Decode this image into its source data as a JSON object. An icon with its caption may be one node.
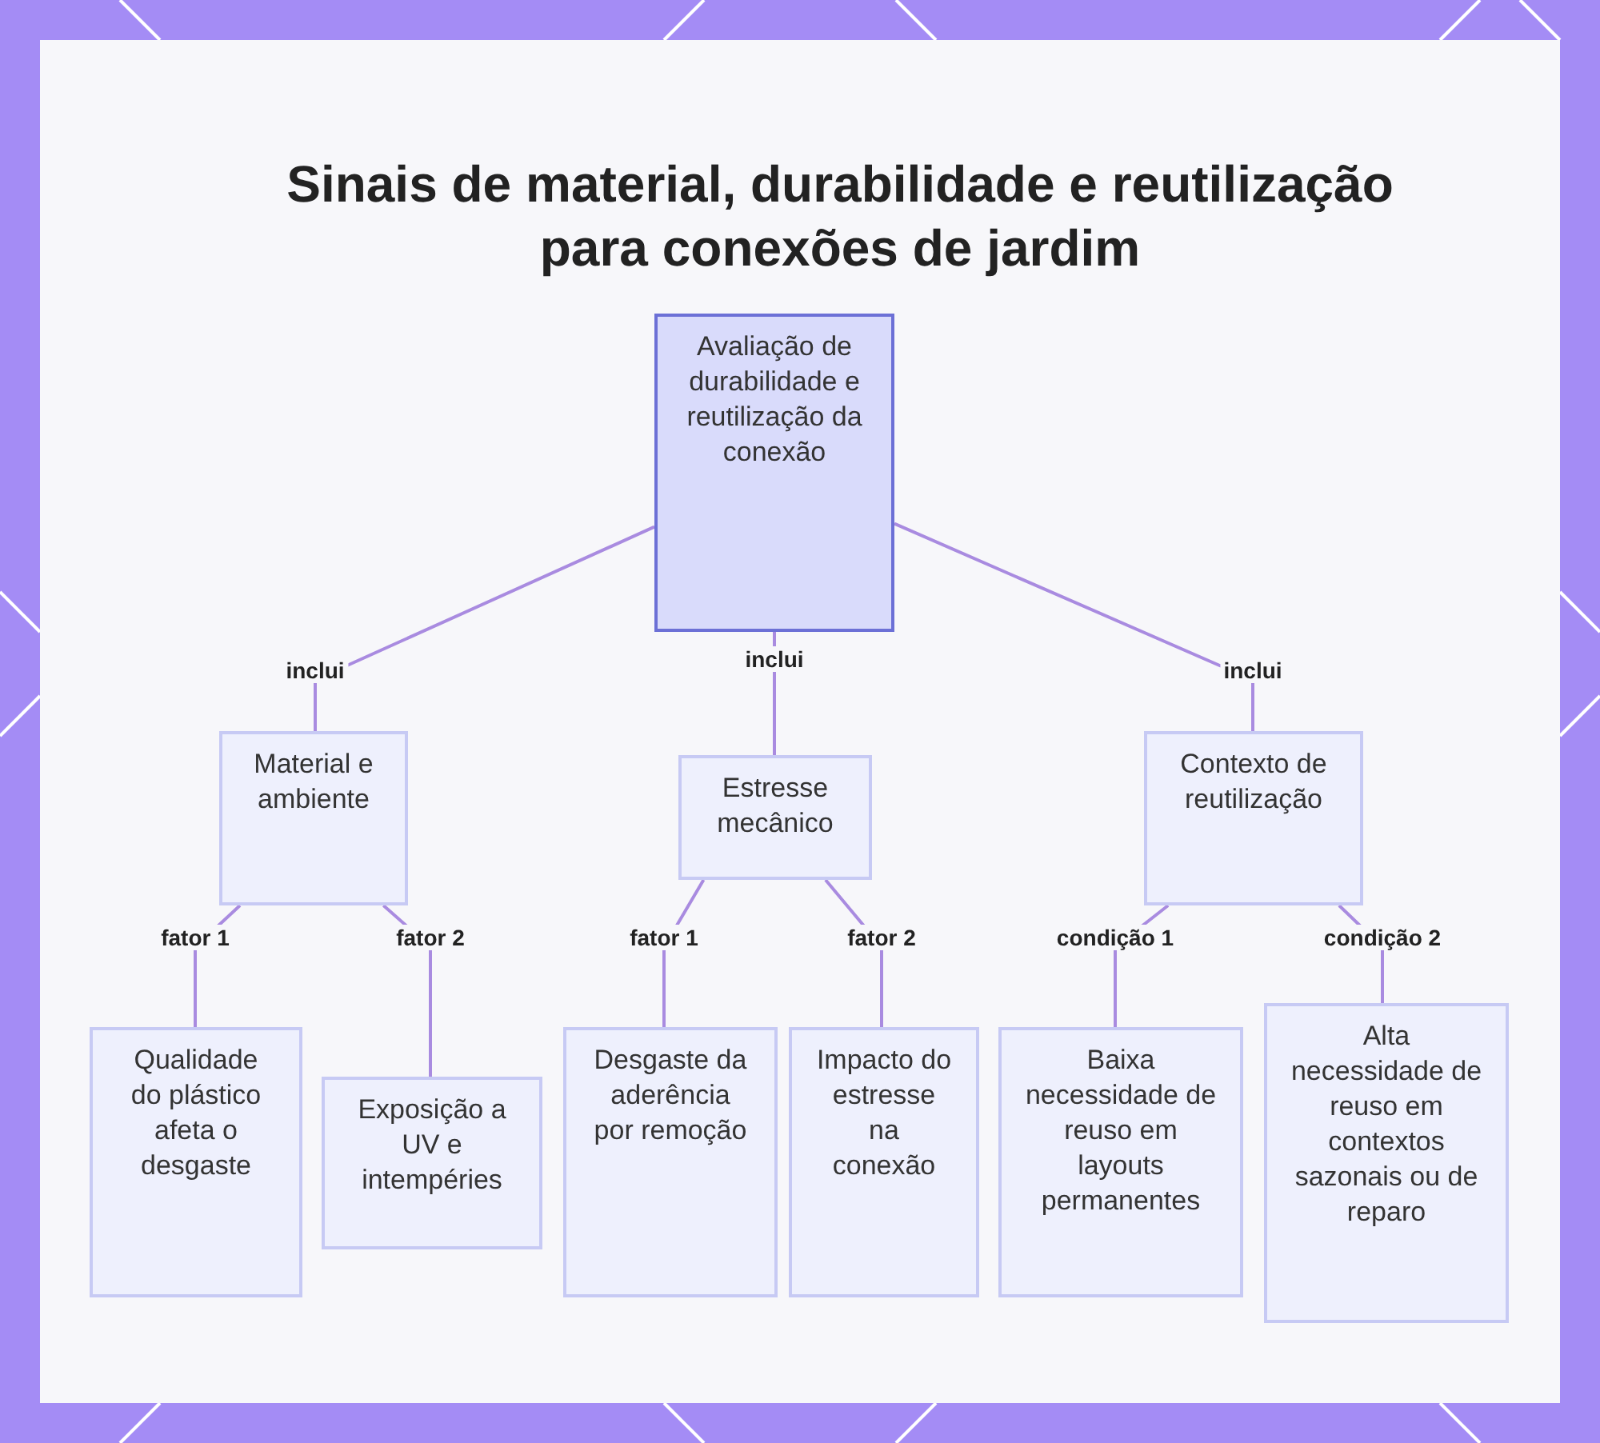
{
  "diagram": {
    "title": "Sinais de material, durabilidade e reutilização para conexões de jardim",
    "nodes": [
      {
        "text": [
          "Avaliação de durabilidade e reutilização da conexão"
        ]
      },
      {
        "text": [
          "Material e ambiente"
        ]
      },
      {
        "text": [
          "Estresse mecânico"
        ]
      },
      {
        "text": [
          "Contexto de reutilização"
        ]
      },
      {
        "text": [
          "Qualidade do plástico afeta o desgaste"
        ]
      },
      {
        "text": [
          "Exposição a UV e intempéries"
        ]
      },
      {
        "text": [
          "Desgaste da aderência por remoção"
        ]
      },
      {
        "text": [
          "Impacto do estresse na conexão"
        ]
      },
      {
        "text": [
          "Baixa necessidade de reuso em layouts permanentes"
        ]
      },
      {
        "text": [
          "Alta necessidade de reuso em contextos sazonais ou de reparo"
        ]
      }
    ],
    "edges": [
      {
        "from": 0,
        "to": 1,
        "arrow": "none",
        "label": "inclui"
      },
      {
        "from": 0,
        "to": 2,
        "arrow": "none",
        "label": "inclui"
      },
      {
        "from": 0,
        "to": 3,
        "arrow": "none",
        "label": "inclui"
      },
      {
        "from": 1,
        "to": 4,
        "arrow": "none",
        "label": "fator 1"
      },
      {
        "from": 1,
        "to": 5,
        "arrow": "none",
        "label": "fator 2"
      },
      {
        "from": 2,
        "to": 6,
        "arrow": "none",
        "label": "fator 1"
      },
      {
        "from": 2,
        "to": 7,
        "arrow": "none",
        "label": "fator 2"
      },
      {
        "from": 3,
        "to": 8,
        "arrow": "none",
        "label": "condição 1"
      },
      {
        "from": 3,
        "to": 9,
        "arrow": "none",
        "label": "condição 2"
      }
    ]
  }
}
